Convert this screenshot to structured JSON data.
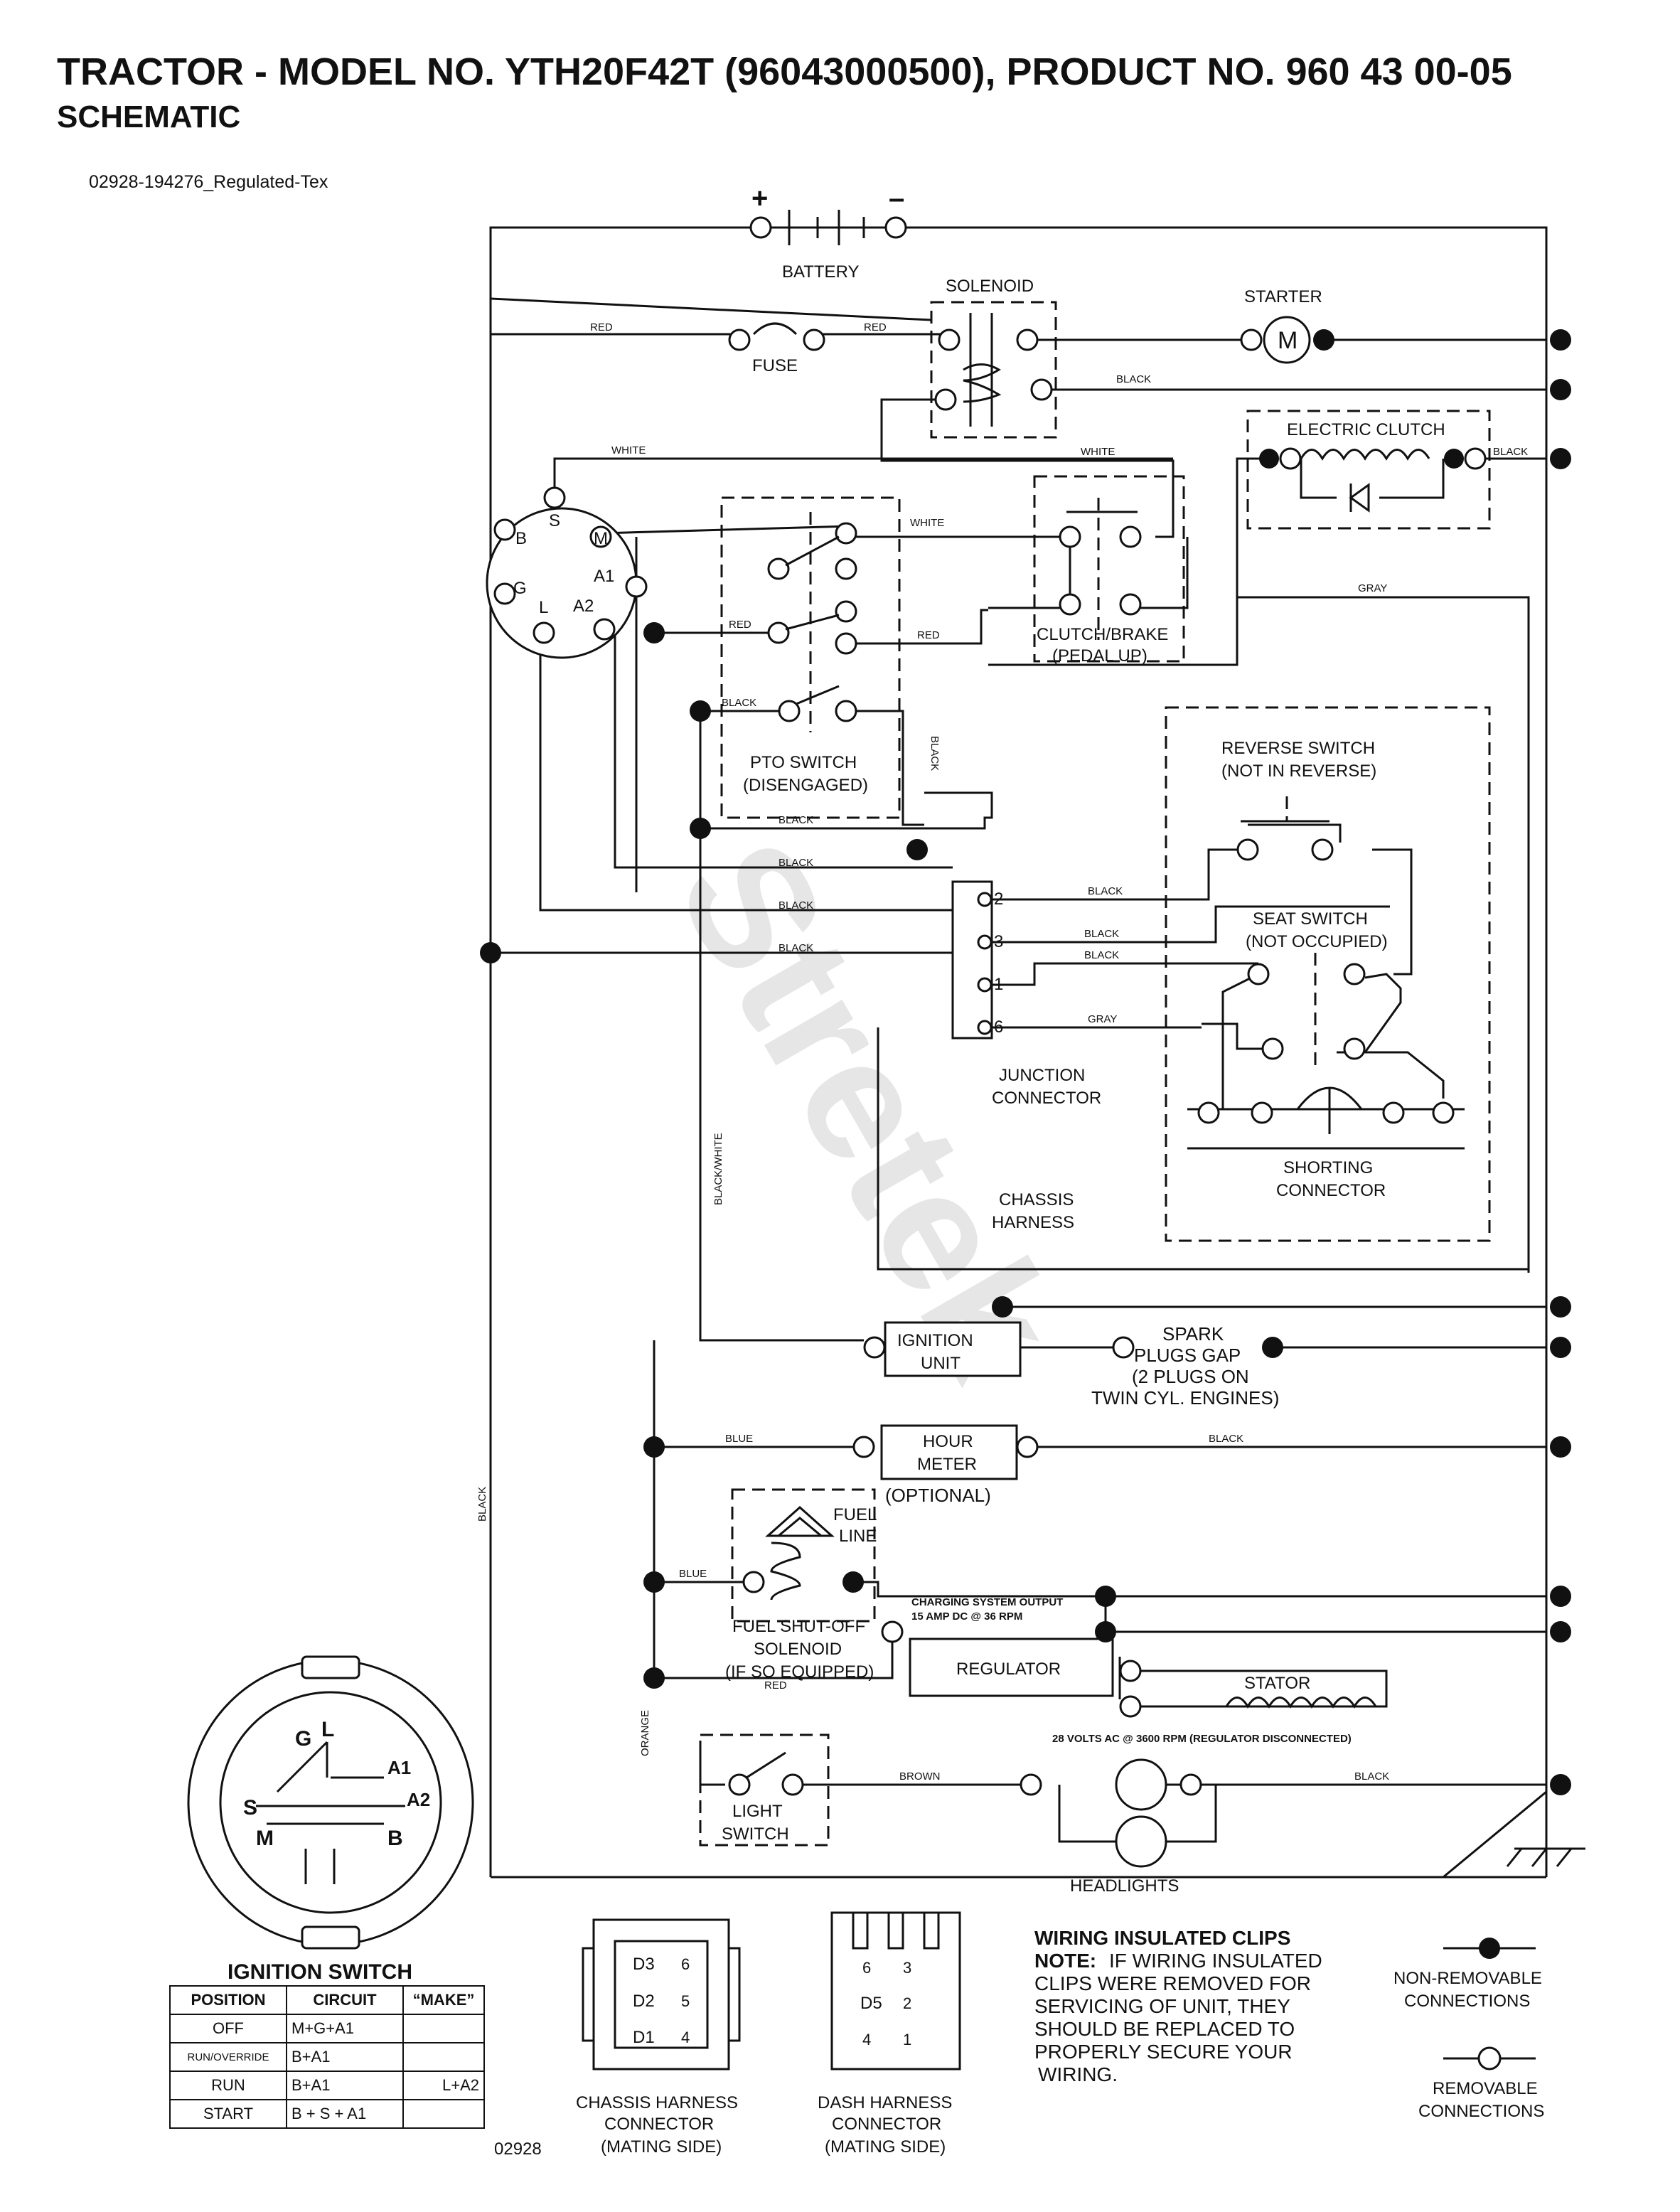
{
  "header": {
    "title": "TRACTOR - MODEL NO. YTH20F42T (96043000500), PRODUCT NO. 960 43 00-05",
    "subtitle": "SCHEMATIC",
    "doc_ref": "02928-194276_Regulated-Tex"
  },
  "components": {
    "battery": "BATTERY",
    "battery_plus": "+",
    "battery_minus": "–",
    "solenoid": "SOLENOID",
    "starter": "STARTER",
    "starter_symbol": "M",
    "fuse": "FUSE",
    "electric_clutch": "ELECTRIC CLUTCH",
    "clutch_brake_1": "CLUTCH/BRAKE",
    "clutch_brake_2": "(PEDAL UP)",
    "pto_switch_1": "PTO SWITCH",
    "pto_switch_2": "(DISENGAGED)",
    "reverse_switch_1": "REVERSE SWITCH",
    "reverse_switch_2": "(NOT IN REVERSE)",
    "seat_switch_1": "SEAT SWITCH",
    "seat_switch_2": "(NOT OCCUPIED)",
    "junction_connector_1": "JUNCTION",
    "junction_connector_2": "CONNECTOR",
    "shorting_connector_1": "SHORTING",
    "shorting_connector_2": "CONNECTOR",
    "chassis_harness_1": "CHASSIS",
    "chassis_harness_2": "HARNESS",
    "ignition_unit_1": "IGNITION",
    "ignition_unit_2": "UNIT",
    "spark_plugs_1": "SPARK",
    "spark_plugs_2": "PLUGS GAP",
    "spark_plugs_3": "(2 PLUGS ON",
    "spark_plugs_4": "TWIN CYL. ENGINES)",
    "hour_meter_1": "HOUR",
    "hour_meter_2": "METER",
    "hour_meter_3": "(OPTIONAL)",
    "fuel_line_1": "FUEL",
    "fuel_line_2": "LINE",
    "fuel_solenoid_1": "FUEL SHUT-OFF",
    "fuel_solenoid_2": "SOLENOID",
    "fuel_solenoid_3": "(IF SO EQUIPPED)",
    "charging_1": "CHARGING SYSTEM OUTPUT",
    "charging_2": "15 AMP DC @ 36 RPM",
    "regulator": "REGULATOR",
    "stator": "STATOR",
    "stator_note": "28 VOLTS AC @ 3600 RPM (REGULATOR DISCONNECTED)",
    "light_switch_1": "LIGHT",
    "light_switch_2": "SWITCH",
    "headlights": "HEADLIGHTS",
    "drawing_number": "02928"
  },
  "switch_terminals": [
    "B",
    "S",
    "M",
    "A1",
    "G",
    "L",
    "A2"
  ],
  "junction_pins": [
    "2",
    "3",
    "1",
    "6"
  ],
  "wire_colors": {
    "red": "RED",
    "white": "WHITE",
    "black": "BLACK",
    "gray": "GRAY",
    "blue": "BLUE",
    "brown": "BROWN",
    "orange": "ORANGE",
    "black_white": "BLACK/WHITE"
  },
  "ignition_switch": {
    "title": "IGNITION SWITCH",
    "face_labels": [
      "G",
      "L",
      "A1",
      "A2",
      "S",
      "M",
      "B"
    ],
    "table_headers": [
      "POSITION",
      "CIRCUIT",
      "“MAKE”"
    ],
    "rows": [
      {
        "position": "OFF",
        "circuit": "M+G+A1",
        "make": ""
      },
      {
        "position": "RUN/OVERRIDE",
        "circuit": "B+A1",
        "make": ""
      },
      {
        "position": "RUN",
        "circuit": "B+A1",
        "make": "L+A2"
      },
      {
        "position": "START",
        "circuit": "B + S + A1",
        "make": ""
      }
    ]
  },
  "connectors": {
    "chassis_1": "CHASSIS HARNESS",
    "chassis_2": "CONNECTOR",
    "chassis_3": "(MATING SIDE)",
    "chassis_pins": [
      "D3",
      "6",
      "D2",
      "5",
      "D1",
      "4"
    ],
    "dash_1": "DASH HARNESS",
    "dash_2": "CONNECTOR",
    "dash_3": "(MATING SIDE)",
    "dash_pins": [
      "6",
      "3",
      "D5",
      "2",
      "4",
      "1"
    ]
  },
  "notes": {
    "clips_title": "WIRING INSULATED CLIPS",
    "clips_note_label": "NOTE:",
    "clips_line1": "IF WIRING INSULATED",
    "clips_line2": "CLIPS WERE REMOVED FOR",
    "clips_line3": "SERVICING OF UNIT, THEY",
    "clips_line4": "SHOULD BE REPLACED TO",
    "clips_line5": "PROPERLY SECURE YOUR",
    "clips_line6": "WIRING.",
    "non_removable_1": "NON-REMOVABLE",
    "non_removable_2": "CONNECTIONS",
    "removable_1": "REMOVABLE",
    "removable_2": "CONNECTIONS"
  },
  "watermark": "Stretek"
}
